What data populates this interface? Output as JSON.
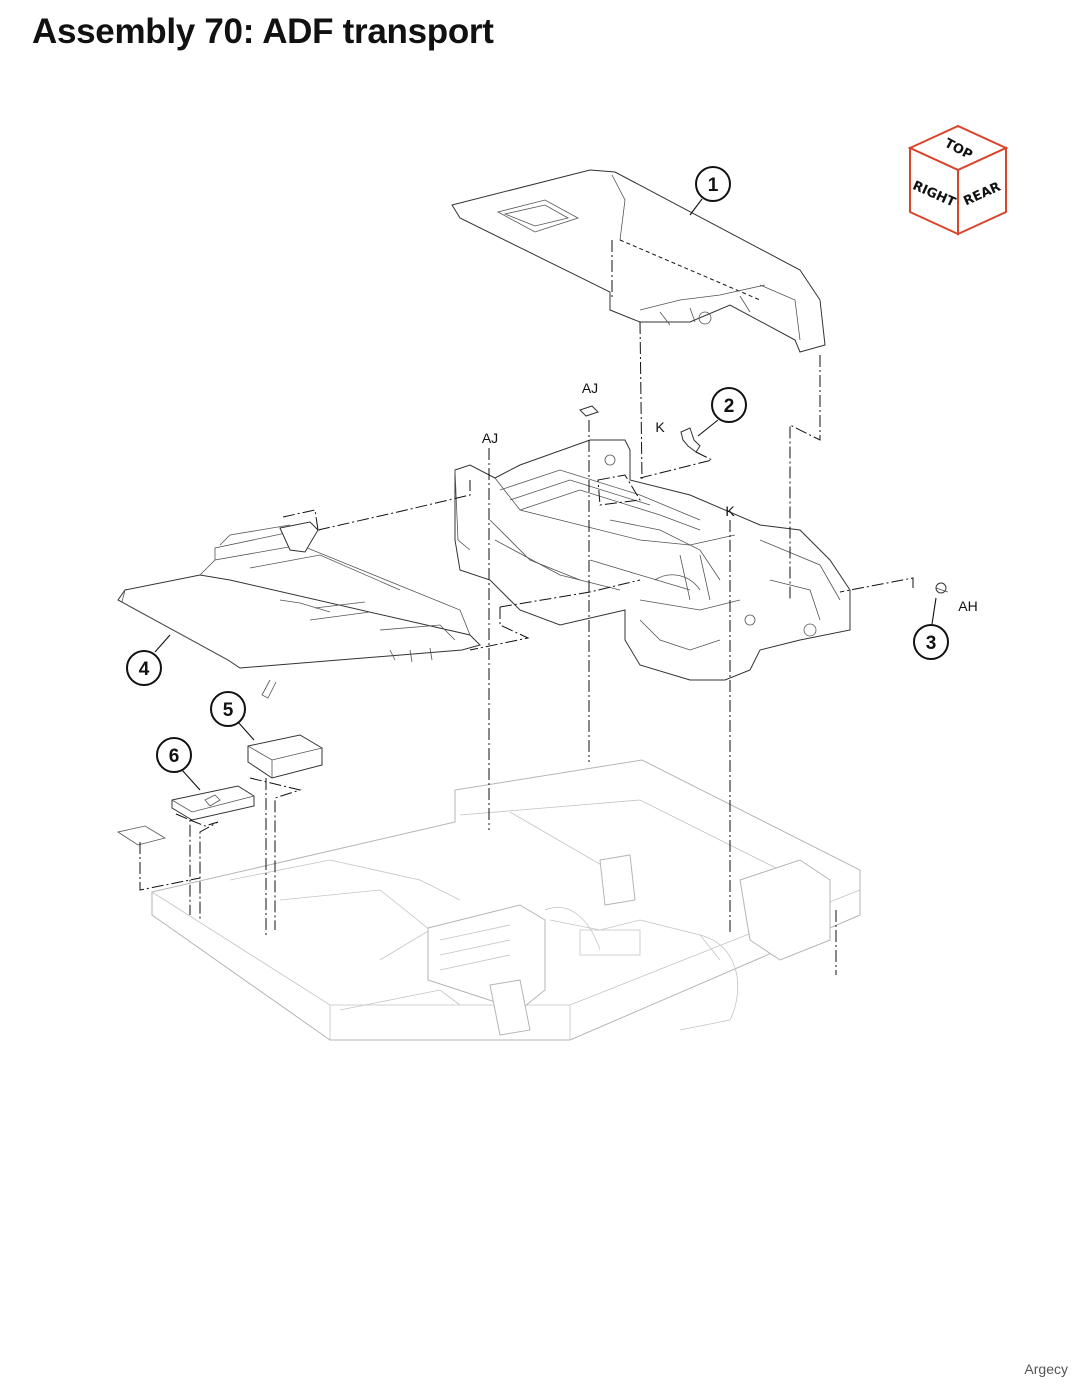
{
  "title": "Assembly 70: ADF transport",
  "watermark": "Argecy",
  "orientation_cube": {
    "top": "TOP",
    "right": "RIGHT",
    "rear": "REAR",
    "edge_color": "#d9442c"
  },
  "callouts": [
    {
      "id": "1",
      "label": "1"
    },
    {
      "id": "2",
      "label": "2"
    },
    {
      "id": "3",
      "label": "3"
    },
    {
      "id": "4",
      "label": "4"
    },
    {
      "id": "5",
      "label": "5"
    },
    {
      "id": "6",
      "label": "6"
    }
  ],
  "reference_labels": {
    "aj_top": "AJ",
    "aj_left": "AJ",
    "k_screw": "K",
    "k_center": "K",
    "ah": "AH"
  }
}
